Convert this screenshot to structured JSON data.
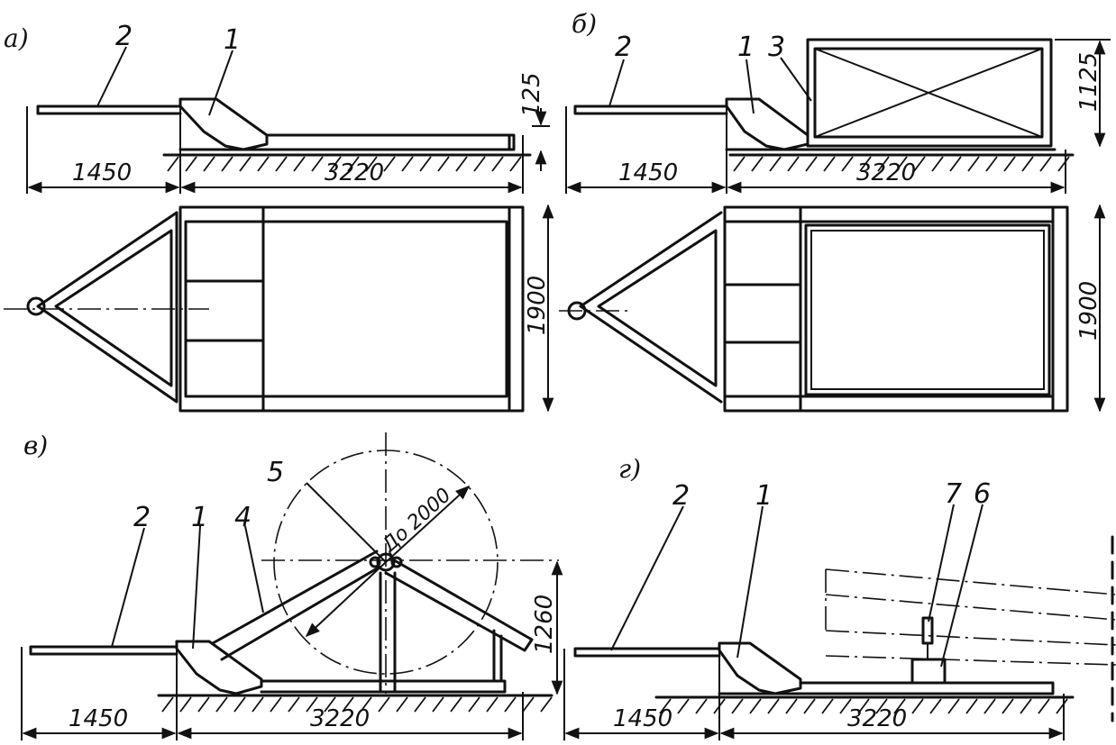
{
  "views": {
    "a": {
      "label": "а)",
      "callout_1": "1",
      "callout_2": "2",
      "dim_drawbar": "1450",
      "dim_length": "3220",
      "dim_height": "125",
      "dim_width": "1900"
    },
    "b": {
      "label": "б)",
      "callout_1": "1",
      "callout_2": "2",
      "callout_3": "3",
      "dim_drawbar": "1450",
      "dim_length": "3220",
      "dim_height": "1125",
      "dim_width": "1900"
    },
    "c": {
      "label": "в)",
      "callout_1": "1",
      "callout_2": "2",
      "callout_4": "4",
      "callout_5": "5",
      "dim_drawbar": "1450",
      "dim_length": "3220",
      "dim_height": "1260",
      "dim_radius": "До 2000"
    },
    "d": {
      "label": "г)",
      "callout_1": "1",
      "callout_2": "2",
      "callout_6": "6",
      "callout_7": "7",
      "dim_drawbar": "1450",
      "dim_length": "3220"
    }
  },
  "colors": {
    "ink": "#111111",
    "paper": "#ffffff"
  }
}
